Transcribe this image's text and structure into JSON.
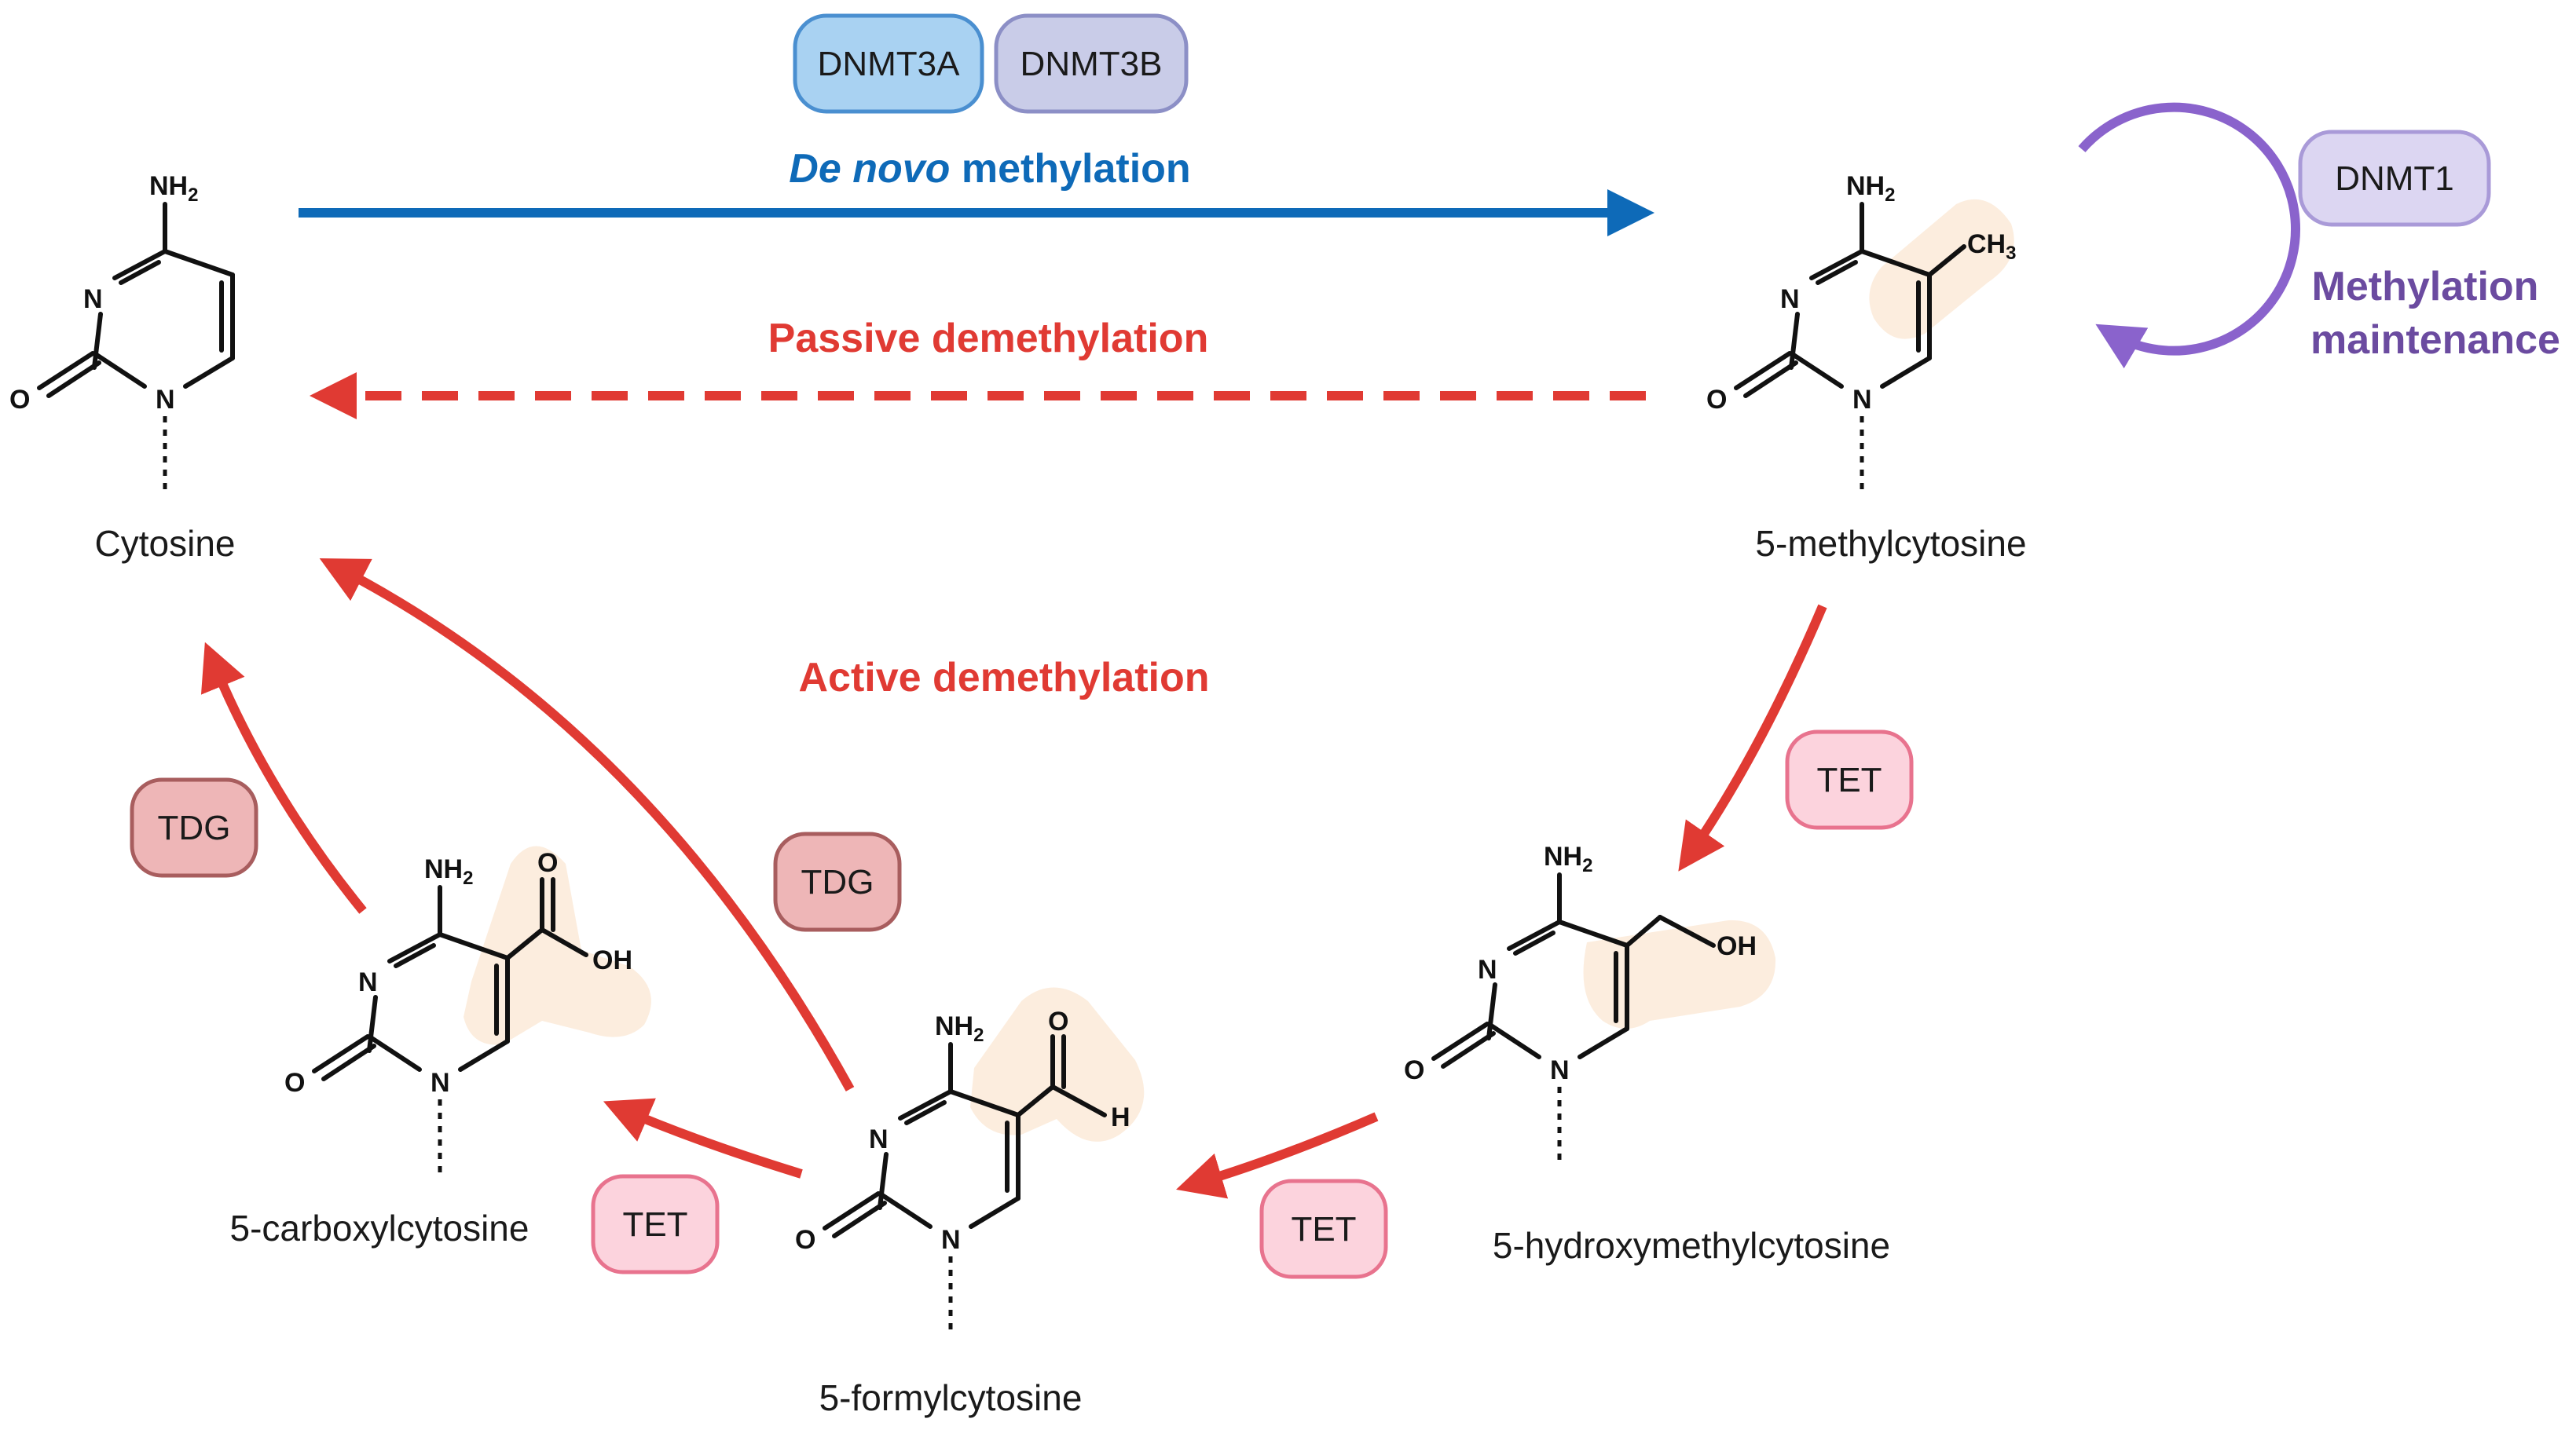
{
  "enzymes": {
    "dnmt3a": "DNMT3A",
    "dnmt3b": "DNMT3B",
    "dnmt1": "DNMT1",
    "tet": "TET",
    "tdg": "TDG"
  },
  "processes": {
    "de_novo_italic": "De novo",
    "de_novo_rest": " methylation",
    "passive": "Passive demethylation",
    "active": "Active demethylation",
    "maintenance_line1": "Methylation",
    "maintenance_line2": "maintenance"
  },
  "compounds": {
    "cytosine": "Cytosine",
    "methylcytosine": "5-methylcytosine",
    "hydroxymethylcytosine": "5-hydroxymethylcytosine",
    "formylcytosine": "5-formylcytosine",
    "carboxylcytosine": "5-carboxylcytosine"
  },
  "atoms": {
    "nh2_main": "NH",
    "nh2_sub": "2",
    "ch3_main": "CH",
    "ch3_sub": "3",
    "n": "N",
    "o": "O",
    "oh": "OH",
    "h": "H"
  },
  "colors": {
    "blue_arrow": "#0e6ab8",
    "red_arrow": "#e03a33",
    "purple_arrow": "#8a63cc",
    "highlight": "#fbe7d3",
    "pill_blue_fill": "#a9d2f2",
    "pill_blue_stroke": "#4a8fd0",
    "pill_lavender_fill": "#c9cce8",
    "pill_lavender_stroke": "#8c8fc6",
    "pill_dnmt1_fill": "#dcd6f2",
    "pill_dnmt1_stroke": "#a99ad8",
    "pill_tet_fill": "#fcd3dd",
    "pill_tet_stroke": "#e8738e",
    "pill_tdg_fill": "#eeb6b7",
    "pill_tdg_stroke": "#a85d5e"
  }
}
